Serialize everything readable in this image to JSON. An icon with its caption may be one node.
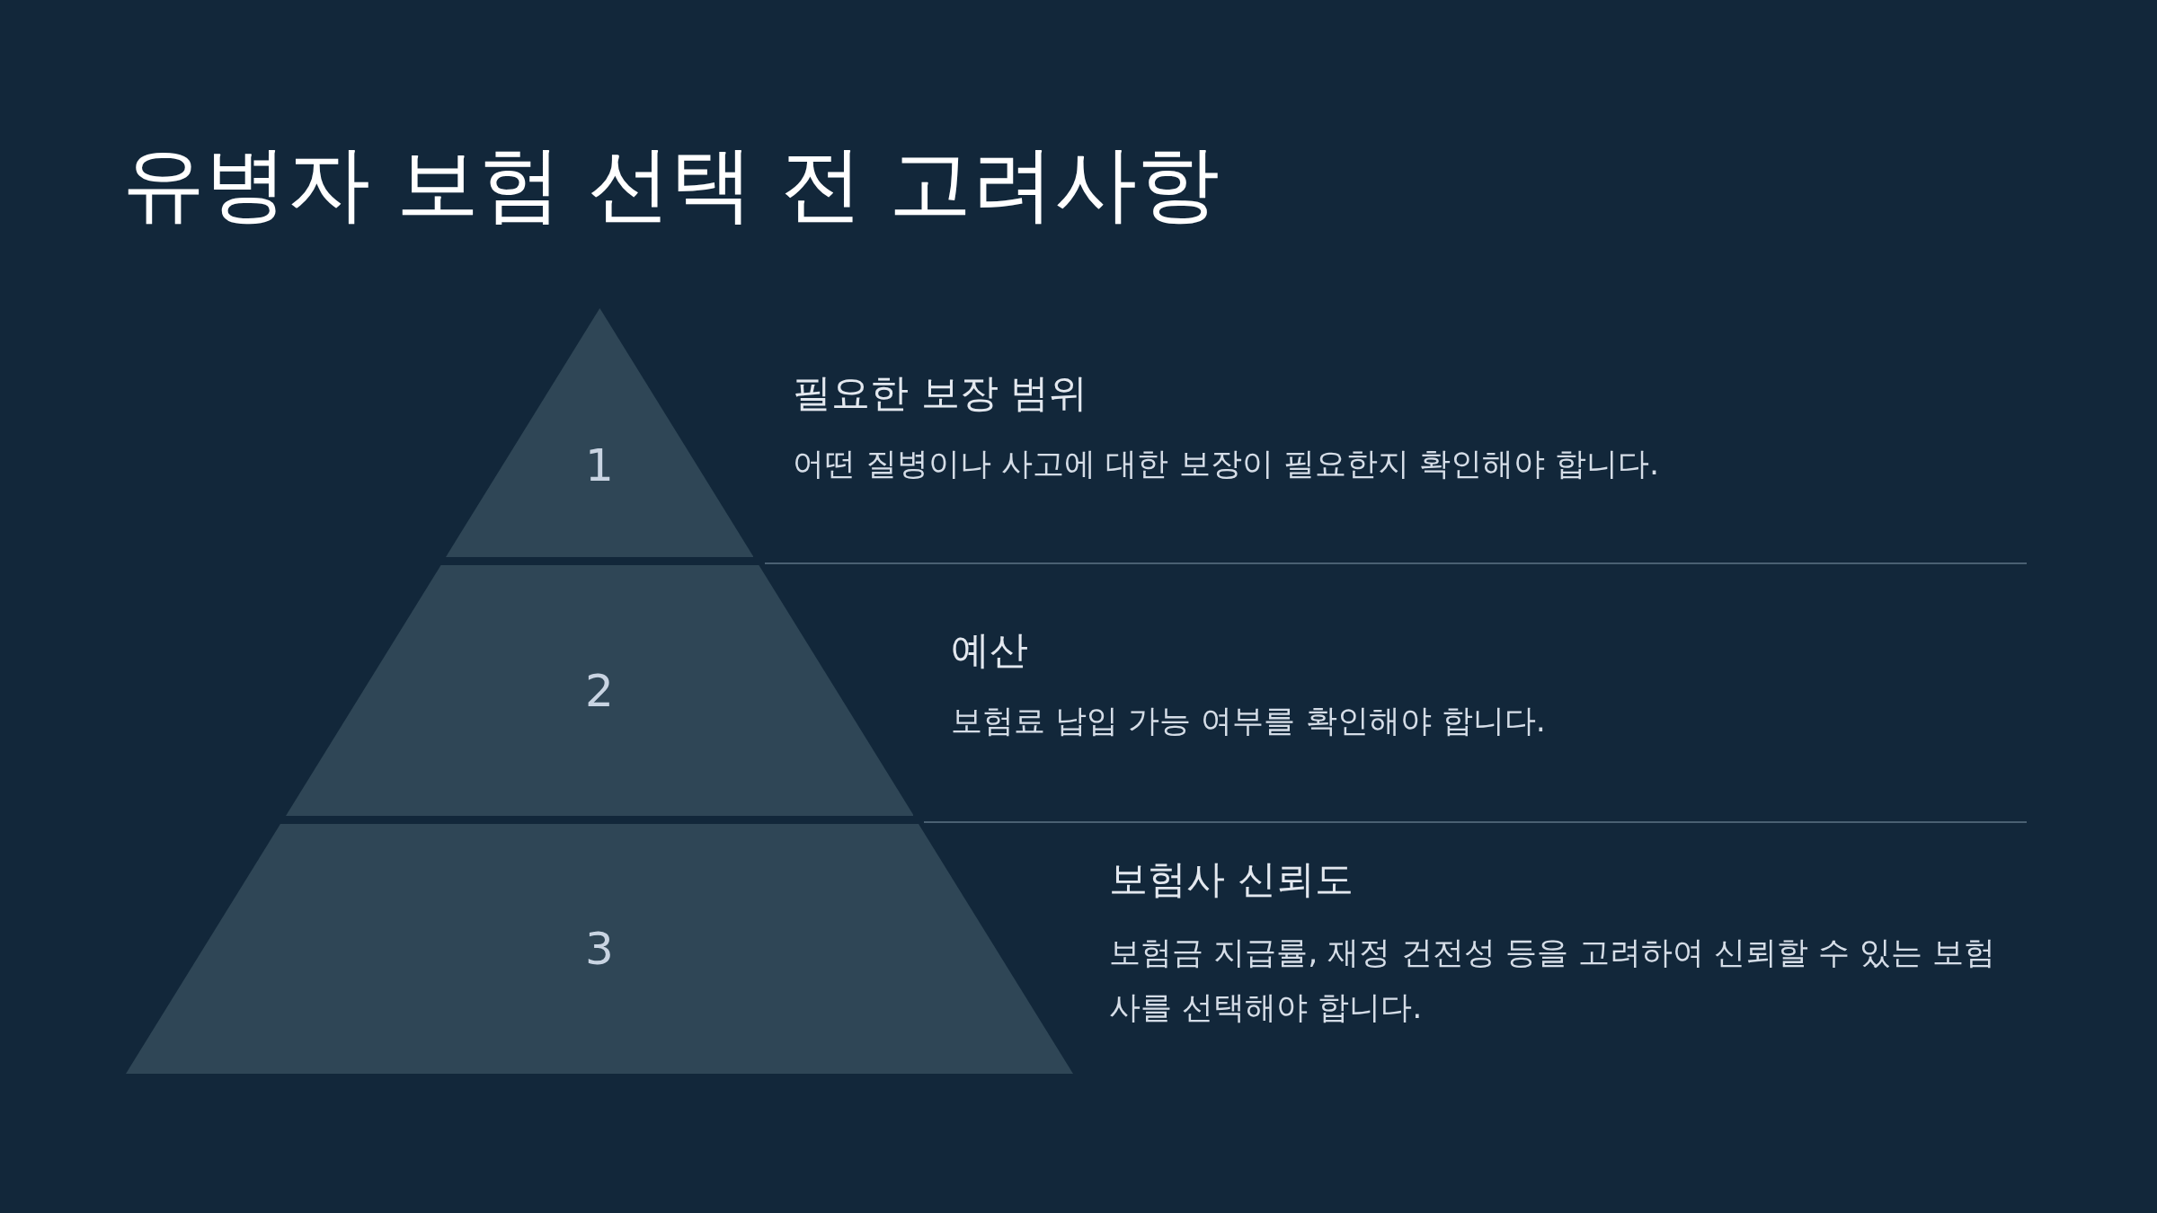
{
  "diagram": {
    "title": "유병자 보험 선택 전 고려사항",
    "nodes": [
      {
        "text": [
          "1"
        ],
        "beside": [
          "필요한 보장 범위",
          "어떤 질병이나 사고에 대한 보장이 필요한지 확인해야 합니다."
        ]
      },
      {
        "text": [
          "2"
        ],
        "beside": [
          "예산",
          "보험료 납입 가능 여부를 확인해야 합니다."
        ]
      },
      {
        "text": [
          "3"
        ],
        "beside": [
          "보험사 신뢰도",
          "보험금 지급률, 재정 건전성 등을 고려하여 신뢰할 수 있는 보험사를 선택해야 합니다."
        ]
      }
    ],
    "edges": []
  }
}
